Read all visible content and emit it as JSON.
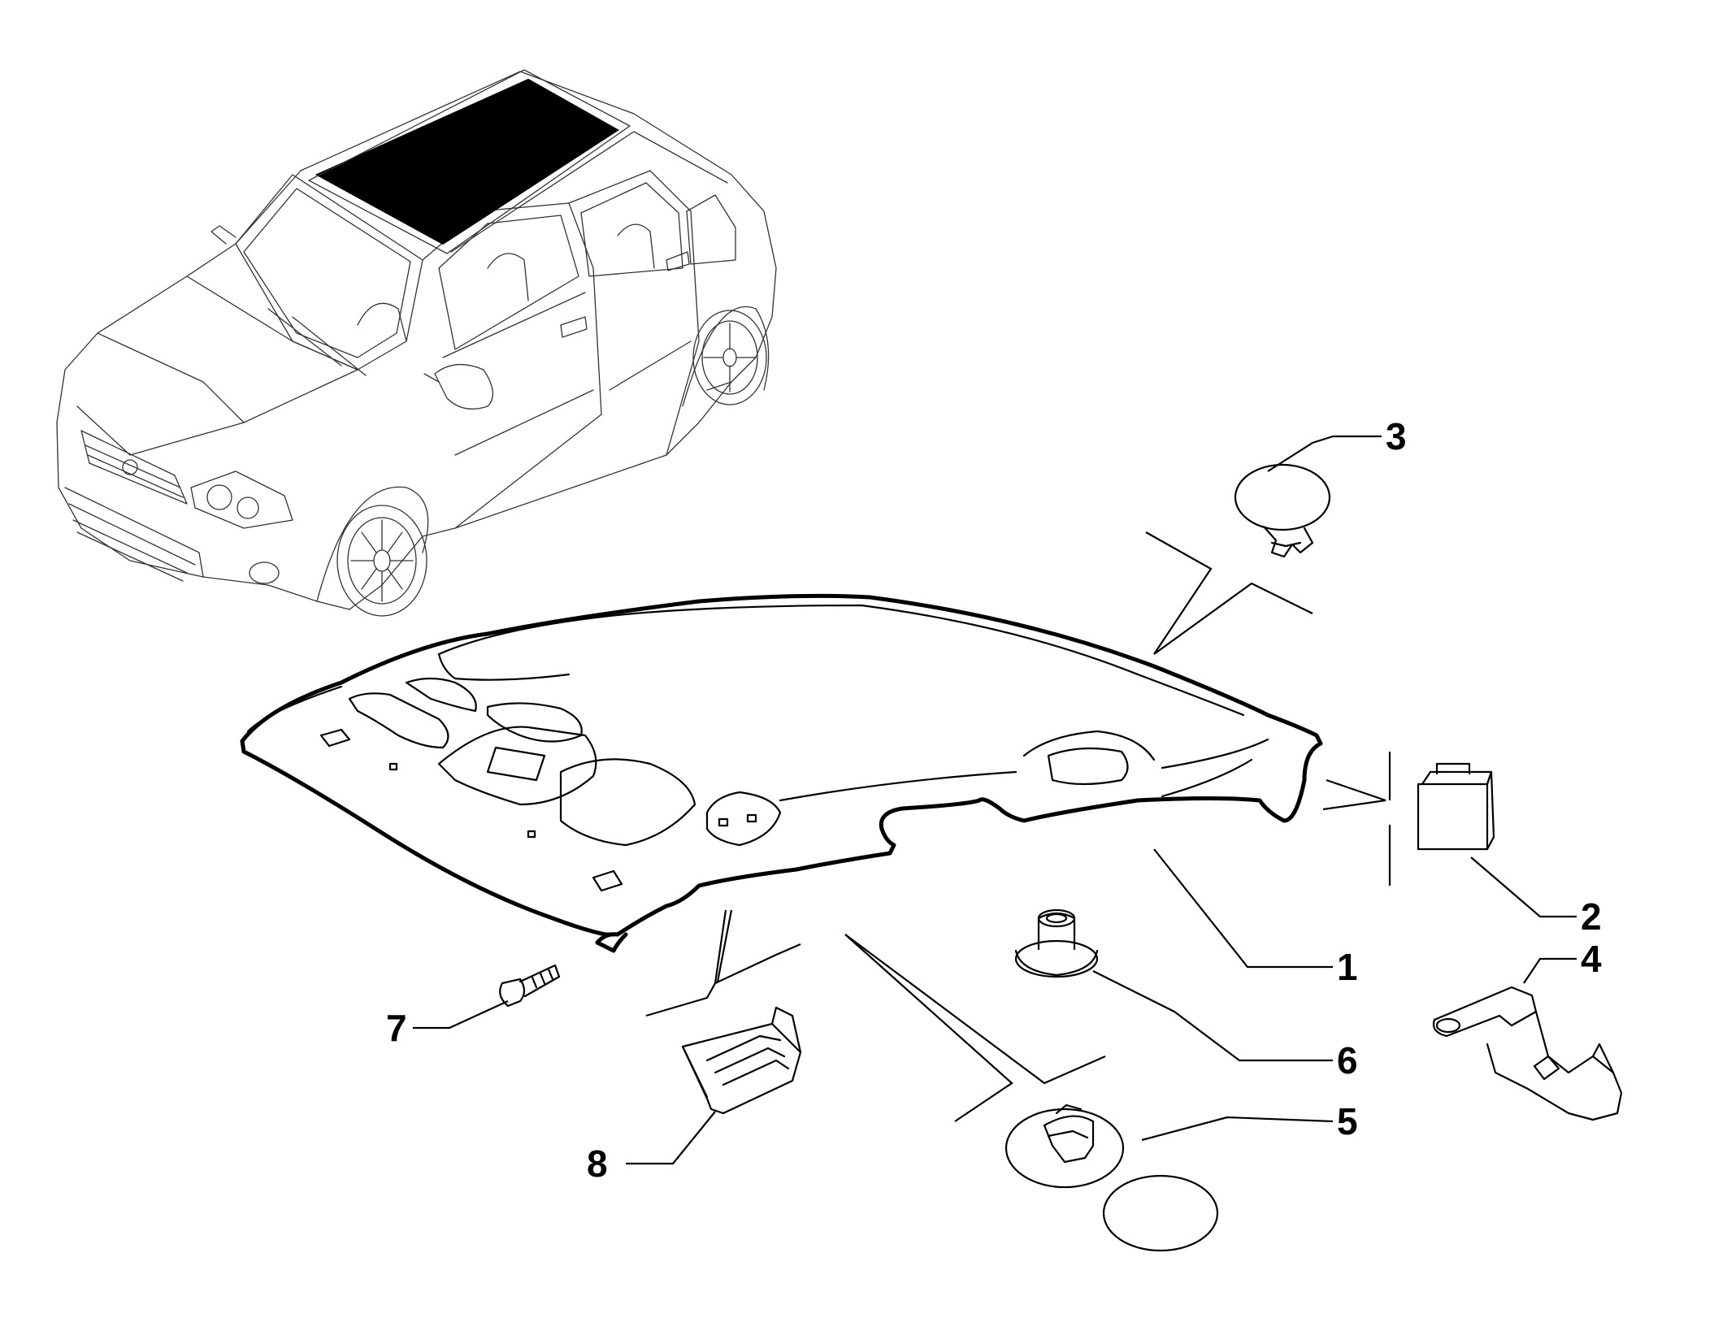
{
  "diagram": {
    "callouts": [
      {
        "id": "1",
        "label": "1"
      },
      {
        "id": "2",
        "label": "2"
      },
      {
        "id": "3",
        "label": "3"
      },
      {
        "id": "4",
        "label": "4"
      },
      {
        "id": "5",
        "label": "5"
      },
      {
        "id": "6",
        "label": "6"
      },
      {
        "id": "7",
        "label": "7"
      },
      {
        "id": "8",
        "label": "8"
      }
    ],
    "colors": {
      "line": "#000000",
      "fill": "#ffffff",
      "sunroof": "#000000"
    }
  }
}
